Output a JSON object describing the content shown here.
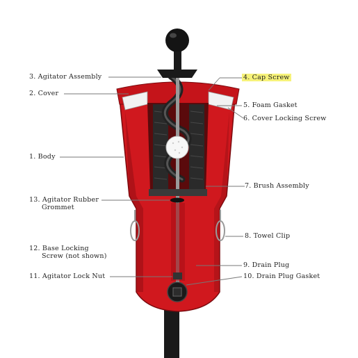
{
  "colors": {
    "body_red": "#d0181e",
    "body_dark_red": "#8e0d12",
    "highlight": "#f6f27a",
    "leader_line": "#777777"
  },
  "labels": {
    "agitator_assembly": "3. Agitator Assembly",
    "cover": "2. Cover",
    "body": "1. Body",
    "agitator_grommet_line1": "13. Agitator Rubber",
    "agitator_grommet_line2": "Grommet",
    "base_screw_line1": "12. Base Locking",
    "base_screw_line2": "Screw (not shown)",
    "lock_nut": "11. Agitator Lock Nut",
    "cap_screw": "4. Cap Screw",
    "foam_gasket": "5. Foam Gasket",
    "cover_screw": "6. Cover Locking Screw",
    "brush_assembly": "7. Brush Assembly",
    "towel_clip": "8. Towel Clip",
    "drain_plug": "9. Drain Plug",
    "drain_plug_gasket": "10. Drain Plug Gasket"
  }
}
